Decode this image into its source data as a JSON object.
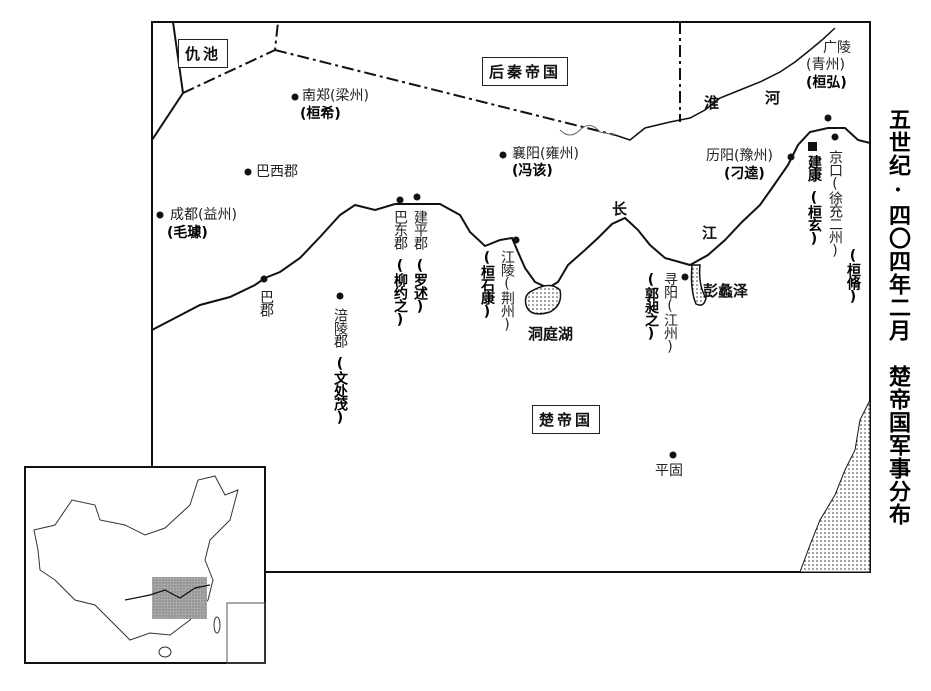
{
  "title": "五世纪·四〇四年二月　楚帝国军事分布",
  "states": {
    "chouchi": "仇池",
    "later_qin": "后秦帝国",
    "chu": "楚帝国"
  },
  "rivers": {
    "chang": "长",
    "jiang": "江",
    "huai": "淮",
    "he": "河"
  },
  "lakes": {
    "dongting": "洞庭湖",
    "pengli": "彭蠡泽"
  },
  "places": {
    "nanzheng": {
      "name": "南郑(梁州)",
      "commander": "(桓希)"
    },
    "baxi": {
      "name": "巴西郡"
    },
    "chengdu": {
      "name": "成都(益州)",
      "commander": "(毛璩)"
    },
    "xiangyang": {
      "name": "襄阳(雍州)",
      "commander": "(冯该)"
    },
    "liyang": {
      "name": "历阳(豫州)",
      "commander": "(刁逵)"
    },
    "guangling": {
      "name": "广陵",
      "province": "(青州)",
      "commander": "(桓弘)"
    },
    "jingkou": {
      "name": "京口(徐充二州)",
      "commander": "(桓脩)"
    },
    "jiankang": {
      "name": "建康",
      "commander": "(桓玄)"
    },
    "bajun": {
      "name": "巴郡"
    },
    "fuling": {
      "name": "涪陵郡",
      "commander": "(文处茂)"
    },
    "badong": {
      "name": "巴东郡",
      "commander": "(柳约之)"
    },
    "jianping": {
      "name": "建平郡",
      "commander": "(罗述)"
    },
    "jiangling": {
      "name": "江陵(荆州)",
      "commander": "(桓石康)"
    },
    "xunyang": {
      "name": "寻阳(江州)",
      "commander": "(郭昶之)"
    },
    "pinggu": {
      "name": "平固"
    }
  },
  "colors": {
    "ink": "#111111",
    "inset_highlight": "#9a9a9a"
  }
}
